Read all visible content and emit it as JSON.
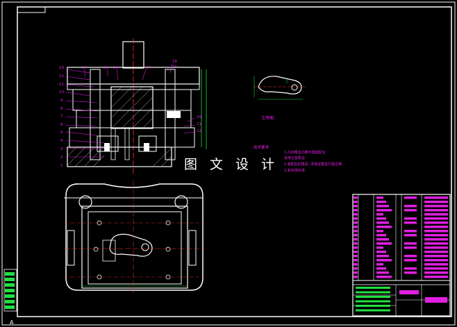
{
  "drawing": {
    "watermark": "图 文 设 计",
    "process_view_title": "工序图",
    "tech_req_title": "技术要求:",
    "tech_req_lines": [
      "1.凸凹模及凸模与模座配合",
      "  采用过盈配合.",
      "2.装配后的模具, 须保证模具行程正确.",
      "3.其余按标准."
    ],
    "part_numbers_left": [
      "19",
      "12",
      "11",
      "10",
      "9",
      "8",
      "7",
      "6",
      "5",
      "4",
      "3",
      "2",
      "1"
    ],
    "part_numbers_top": [
      "14",
      "15",
      "16",
      "17",
      "18",
      "19"
    ],
    "part_numbers_right": [
      "20",
      "21",
      "22"
    ],
    "corner_mark": "A"
  },
  "colors": {
    "background": "#000000",
    "outline": "#ffffff",
    "annotation": "#e020e0",
    "centerline": "#ff3030",
    "dimension": "#20e040",
    "hatch": "#c0c0c0"
  }
}
